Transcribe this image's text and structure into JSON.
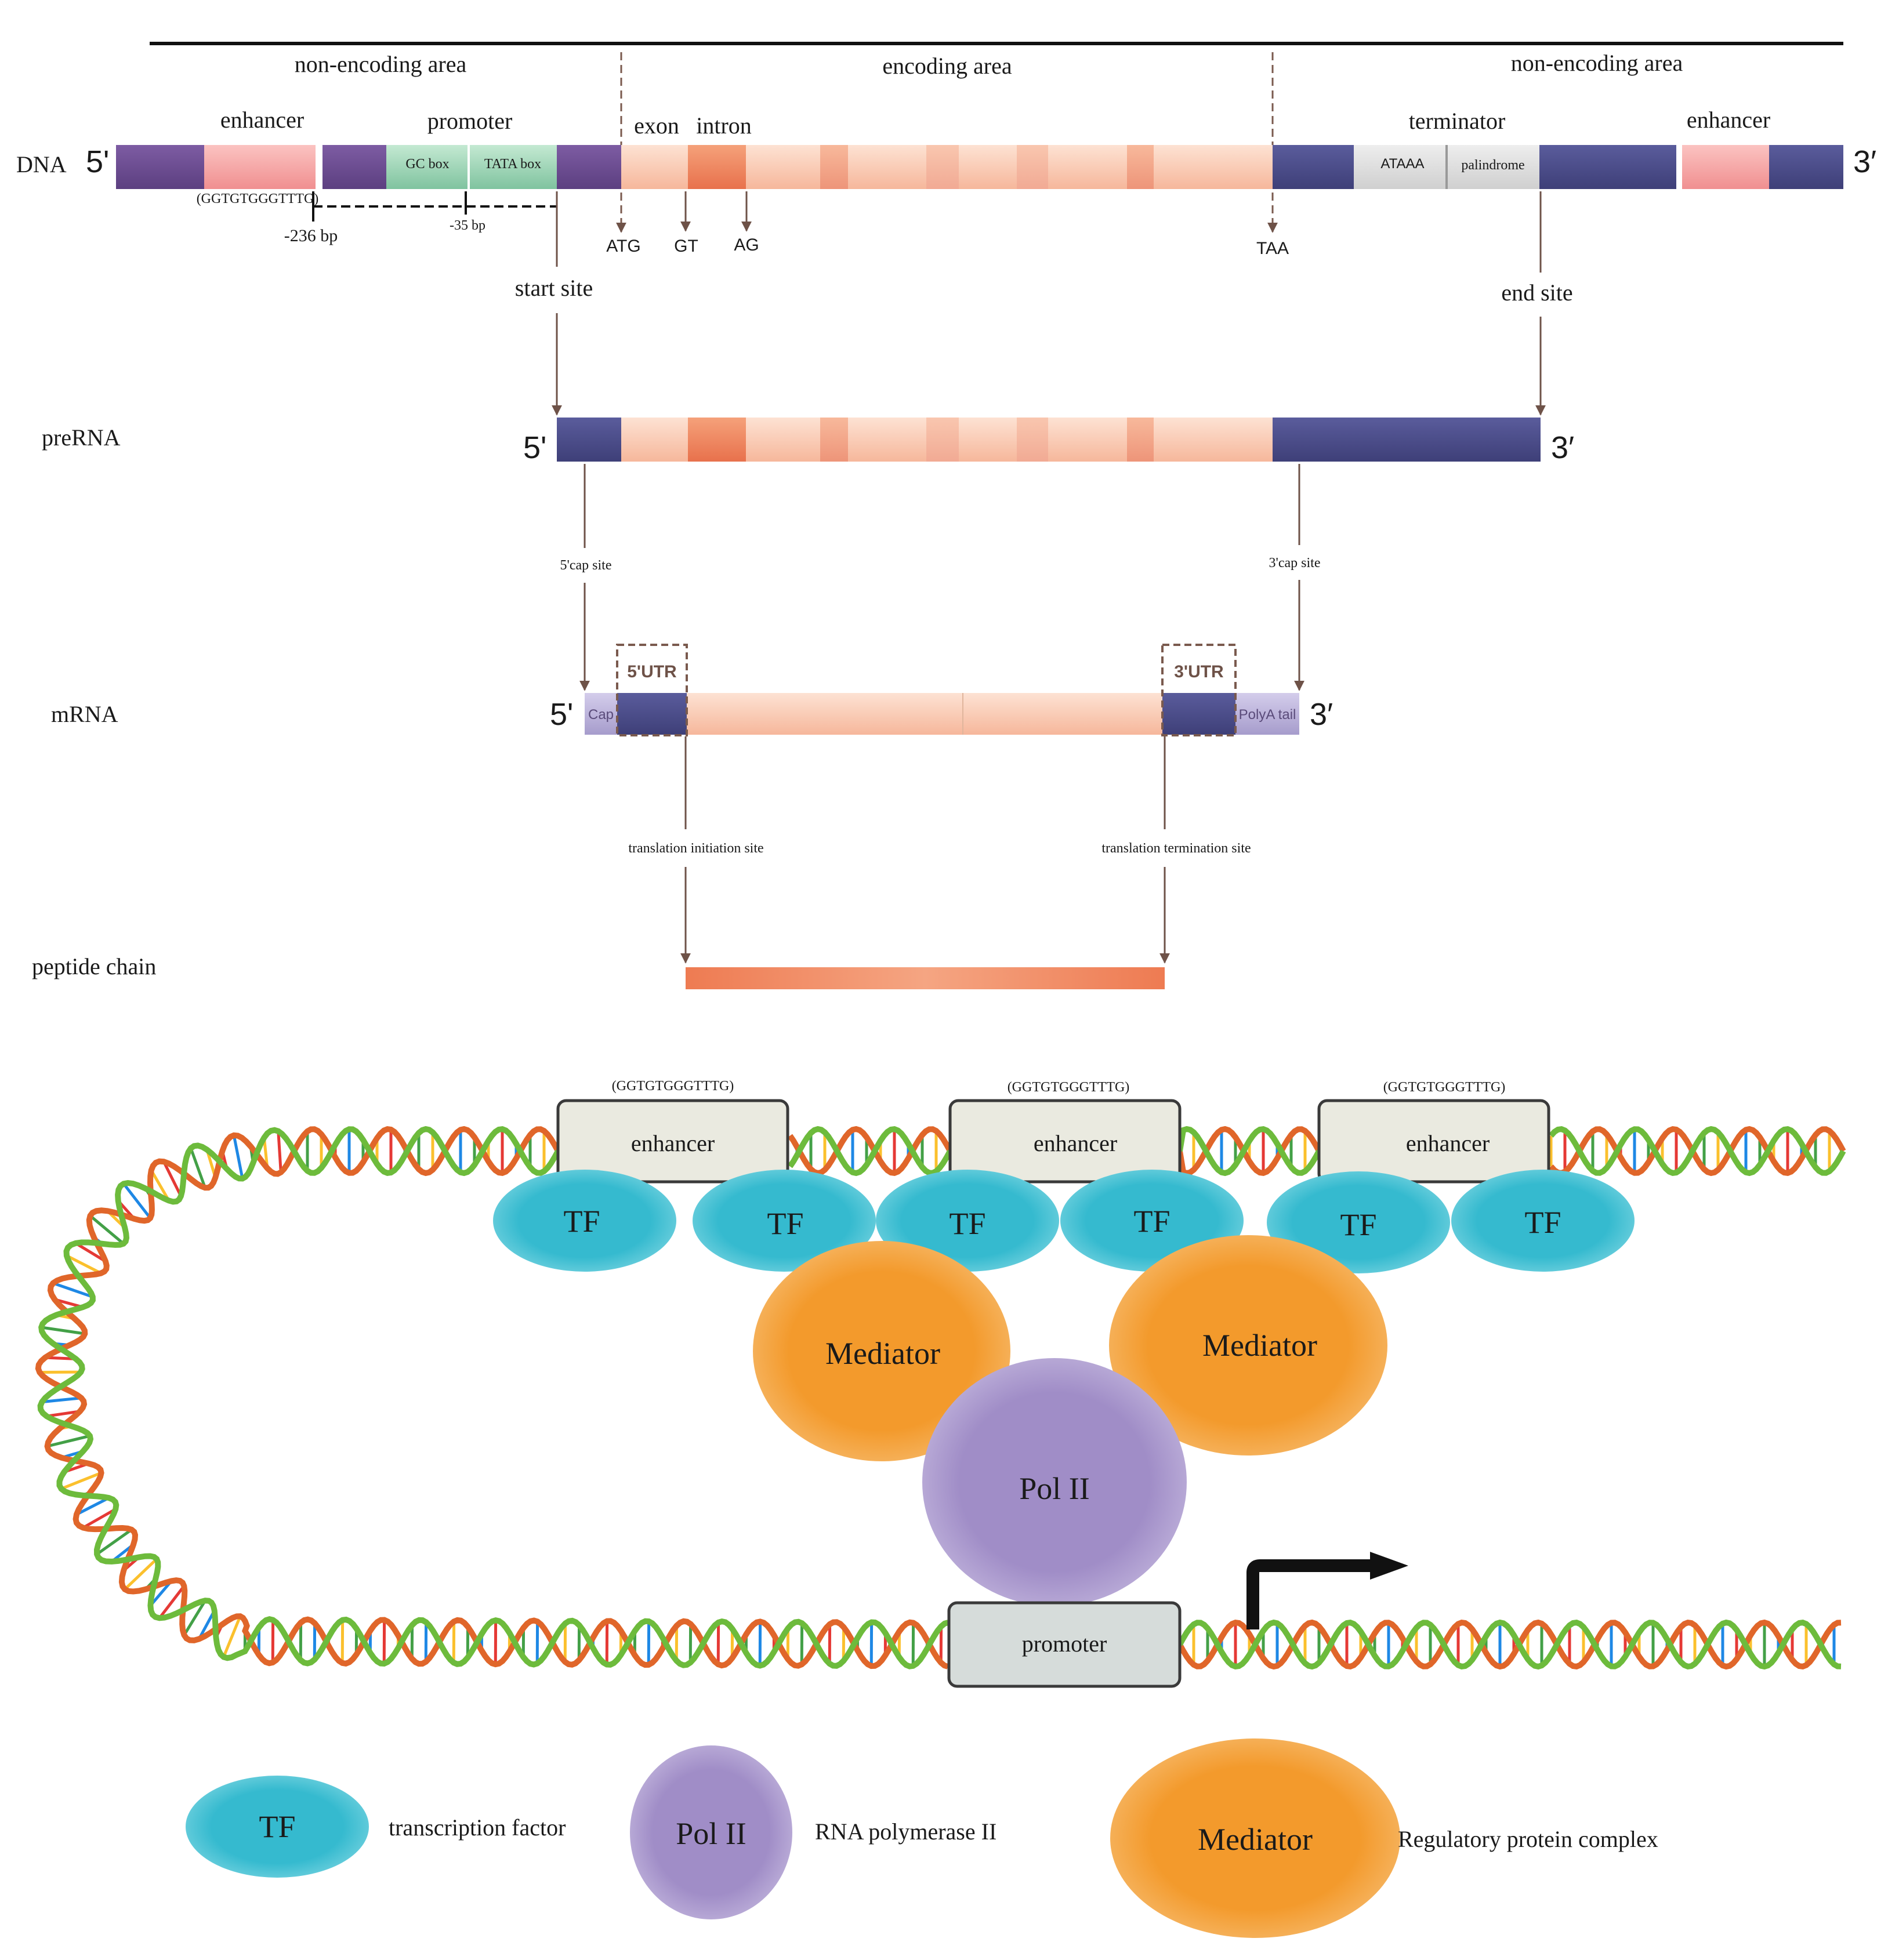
{
  "top": {
    "regions": {
      "left": "non-encoding area",
      "middle": "encoding area",
      "right": "non-encoding area"
    },
    "dna": {
      "label": "DNA",
      "five_prime": "5'",
      "three_prime": "3′",
      "enhancer_left": "enhancer",
      "enhancer_right": "enhancer",
      "promoter": "promoter",
      "gc_box": "GC box",
      "tata_box": "TATA box",
      "exon": "exon",
      "intron": "intron",
      "terminator": "terminator",
      "ataaa": "ATAAA",
      "palindrome": "palindrome",
      "enhancer_seq": "(GGTGTGGGTTTG)",
      "bp_236": "-236 bp",
      "bp_35": "-35 bp",
      "atg": "ATG",
      "gt": "GT",
      "ag": "AG",
      "taa": "TAA",
      "start_site": "start site",
      "end_site": "end site"
    },
    "prerna": {
      "label": "preRNA",
      "five_prime": "5'",
      "three_prime": "3′",
      "cap5": "5'cap site",
      "cap3": "3'cap site"
    },
    "mrna": {
      "label": "mRNA",
      "five_prime": "5'",
      "three_prime": "3′",
      "cap": "Cap",
      "utr5": "5'UTR",
      "utr3": "3'UTR",
      "polya": "PolyA tail",
      "init": "translation initiation site",
      "term": "translation termination site"
    },
    "peptide": {
      "label": "peptide chain"
    }
  },
  "bottom": {
    "enhancer_seq": "(GGTGTGGGTTTG)",
    "enhancer": "enhancer",
    "tf": "TF",
    "mediator": "Mediator",
    "pol2": "Pol II",
    "promoter": "promoter"
  },
  "legend": {
    "tf_symbol": "TF",
    "tf_desc": "transcription factor",
    "pol_symbol": "Pol II",
    "pol_desc": "RNA polymerase II",
    "med_symbol": "Mediator",
    "med_desc": "Regulatory protein complex"
  },
  "colors": {
    "purple": "#6b4d8f",
    "navy": "#4b4d8c",
    "pink": "#f4a8a8",
    "peach": "#f6c3a4",
    "intron": "#ee8b68",
    "gc_green": "#9fd3b4",
    "tf": "#35b9cf",
    "mediator": "#f29a2e",
    "pol2": "#a08cc6"
  }
}
